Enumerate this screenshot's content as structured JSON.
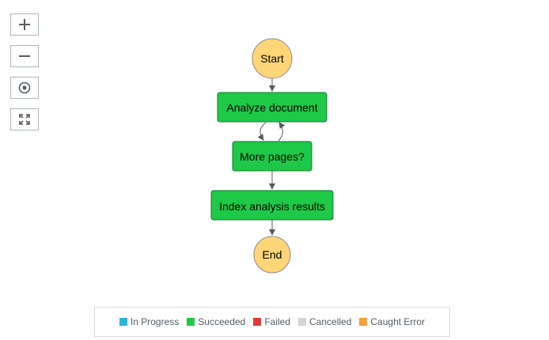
{
  "controls": {
    "zoom_in_icon": "plus-icon",
    "zoom_out_icon": "minus-icon",
    "center_icon": "target-icon",
    "fit_icon": "expand-icon"
  },
  "nodes": {
    "start": "Start",
    "analyze": "Analyze document",
    "more_pages": "More pages?",
    "index": "Index analysis results",
    "end": "End"
  },
  "colors": {
    "terminal_fill": "#ffd677",
    "succeeded": "#1ec948",
    "in_progress": "#2bb5d9",
    "failed": "#e03b3b",
    "cancelled": "#d5d5d5",
    "caught_error": "#f89e3a",
    "edge": "#545b64"
  },
  "legend": [
    {
      "label": "In Progress",
      "color": "#2bb5d9"
    },
    {
      "label": "Succeeded",
      "color": "#1ec948"
    },
    {
      "label": "Failed",
      "color": "#e03b3b"
    },
    {
      "label": "Cancelled",
      "color": "#d5d5d5"
    },
    {
      "label": "Caught Error",
      "color": "#f89e3a"
    }
  ]
}
